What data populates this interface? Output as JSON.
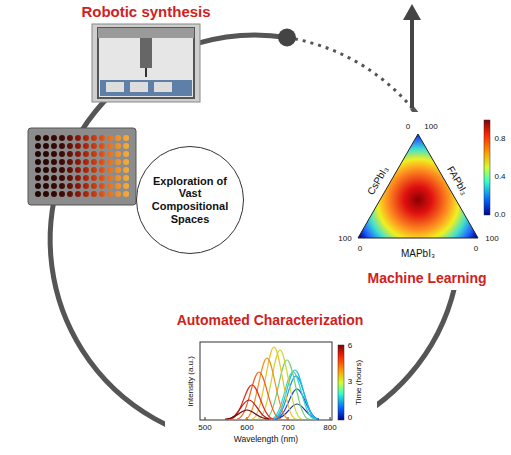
{
  "diagram": {
    "nodes": [
      {
        "text": [
          "Robotic synthesis"
        ]
      },
      {
        "text": [
          "Exploration of Vast Compositional Spaces"
        ]
      },
      {
        "text": [
          "Machine Learning"
        ]
      },
      {
        "text": [
          "Automated Characterization"
        ]
      }
    ],
    "labels": [
      "CsPbI₃",
      "FAPbI₃",
      "MAPbI₃",
      "0",
      "100",
      "100",
      "0",
      "0",
      "100",
      "0.8",
      "0.4",
      "0.0",
      "Intensity (a.u.)",
      "Time (hours)",
      "6",
      "3",
      "0",
      "500",
      "600",
      "700",
      "800",
      "Wavelength (nm)"
    ]
  }
}
